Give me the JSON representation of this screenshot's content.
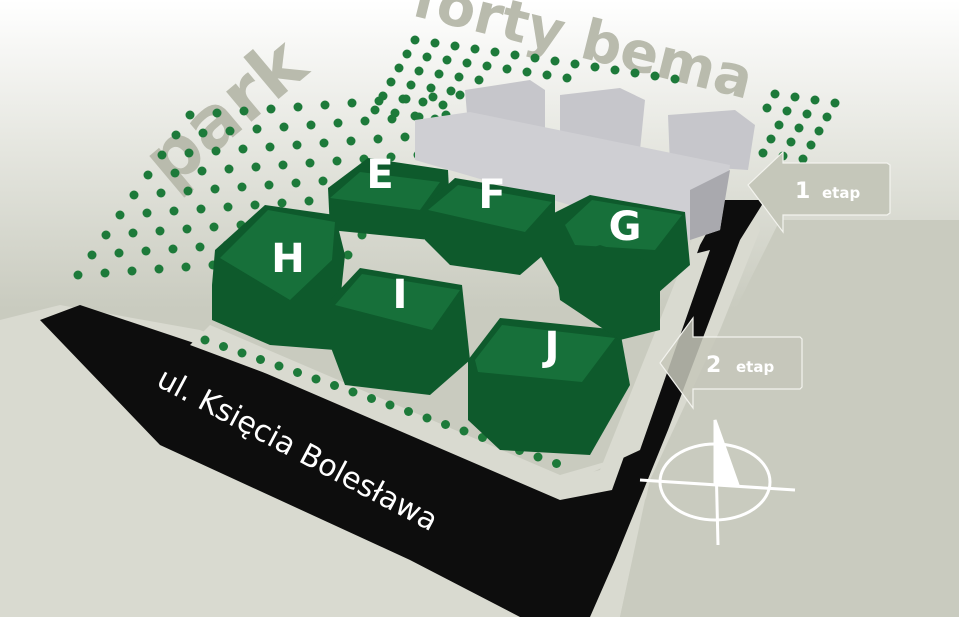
{
  "map": {
    "park_label": "park",
    "forts_label": "forty bema",
    "street_label": "ul. Księcia Bolesława",
    "buildings": [
      {
        "id": "E",
        "label": "E"
      },
      {
        "id": "F",
        "label": "F"
      },
      {
        "id": "G",
        "label": "G"
      },
      {
        "id": "H",
        "label": "H"
      },
      {
        "id": "I",
        "label": "I"
      },
      {
        "id": "J",
        "label": "J"
      }
    ],
    "stages": [
      {
        "num": "1",
        "label": "etap"
      },
      {
        "num": "2",
        "label": "etap"
      }
    ],
    "compass_icon": "compass-rose-icon",
    "colors": {
      "green": "#0e5a2c",
      "road": "#0d0d0d",
      "ground": "#c9cbbf",
      "existing": "#c6c6cb"
    }
  }
}
